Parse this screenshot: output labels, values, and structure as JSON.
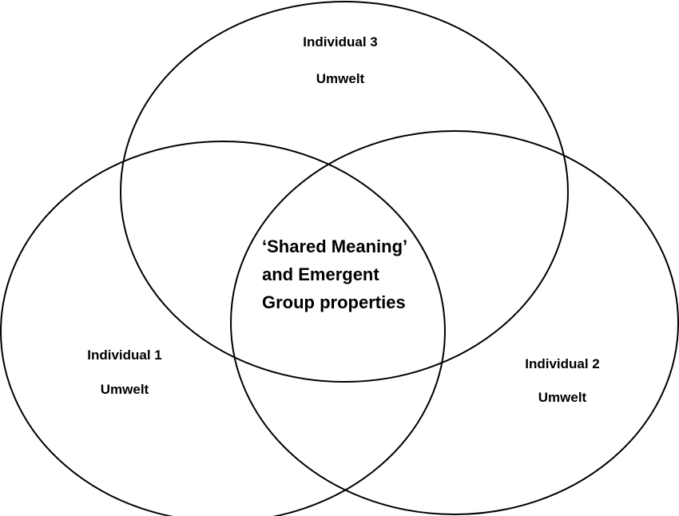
{
  "colors": {
    "stroke": "#000000",
    "text": "#000000",
    "background": "#ffffff"
  },
  "diagram": {
    "type": "venn",
    "sets": [
      {
        "name": "Individual 3",
        "sub": "Umwelt"
      },
      {
        "name": "Individual 1",
        "sub": "Umwelt"
      },
      {
        "name": "Individual 2",
        "sub": "Umwelt"
      }
    ],
    "center": {
      "lines": [
        "‘Shared Meaning’",
        "and Emergent",
        "Group properties"
      ]
    }
  }
}
